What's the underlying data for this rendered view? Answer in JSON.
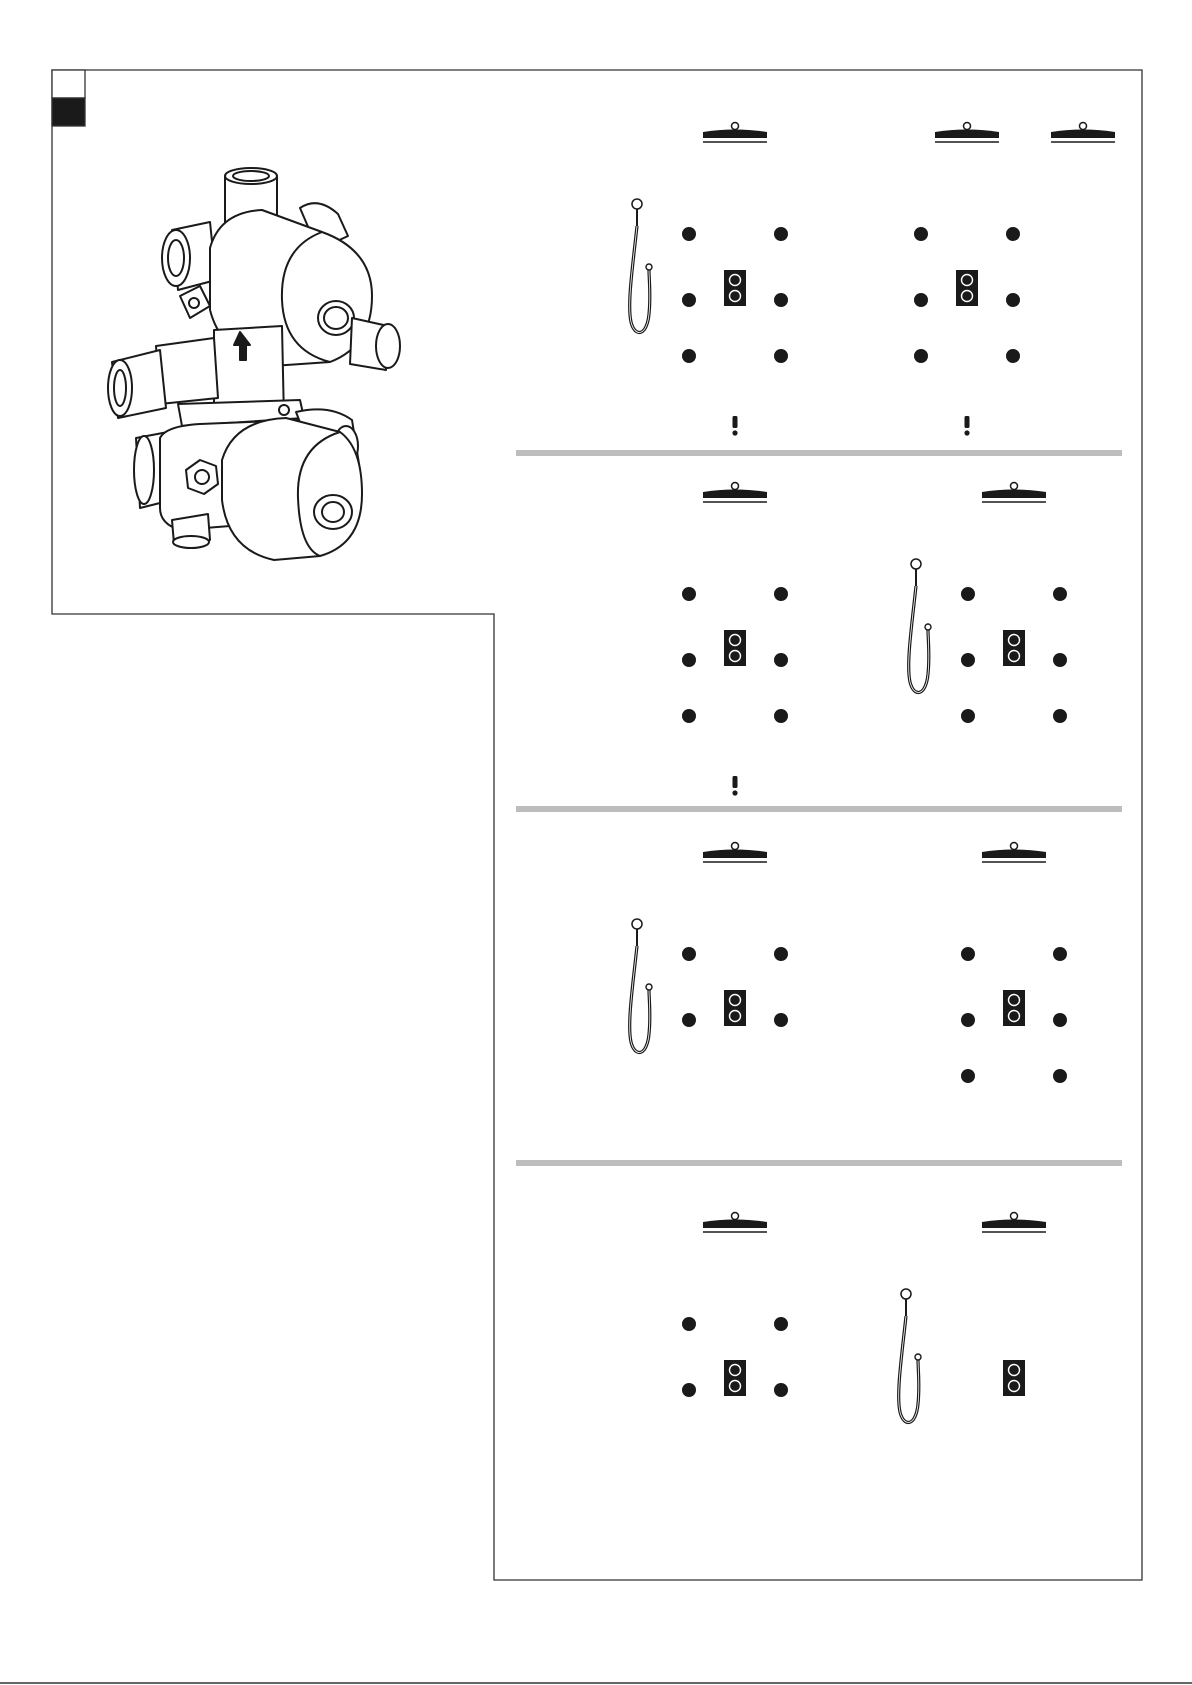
{
  "page": {
    "header_boxes": [
      {
        "name": "header-box-white",
        "fill": "#ffffff"
      },
      {
        "name": "header-box-black",
        "fill": "#1a1a1a"
      }
    ]
  },
  "valve": {
    "icon": "concealed-thermostatic-valve-body",
    "arrow": "flow-direction-arrow"
  },
  "configurations": [
    {
      "id": 1,
      "overheads": 1,
      "hand_shower": true,
      "jets": 6,
      "warning": true,
      "control": "dual-knob-control"
    },
    {
      "id": 2,
      "overheads": 2,
      "hand_shower": false,
      "jets": 6,
      "warning": true,
      "control": "dual-knob-control"
    },
    {
      "id": 3,
      "overheads": 1,
      "hand_shower": false,
      "jets": 6,
      "warning": true,
      "control": "dual-knob-control"
    },
    {
      "id": 4,
      "overheads": 1,
      "hand_shower": true,
      "jets": 6,
      "warning": false,
      "control": "dual-knob-control"
    },
    {
      "id": 5,
      "overheads": 1,
      "hand_shower": true,
      "jets": 4,
      "warning": false,
      "control": "dual-knob-control"
    },
    {
      "id": 6,
      "overheads": 1,
      "hand_shower": false,
      "jets": 6,
      "warning": false,
      "control": "dual-knob-control"
    },
    {
      "id": 7,
      "overheads": 1,
      "hand_shower": false,
      "jets": 4,
      "warning": false,
      "control": "dual-knob-control"
    },
    {
      "id": 8,
      "overheads": 1,
      "hand_shower": true,
      "jets": 0,
      "warning": false,
      "control": "dual-knob-control"
    }
  ],
  "icons": {
    "overhead": "rain-shower-head-icon",
    "hand_shower": "hand-shower-hose-icon",
    "jet": "body-jet-icon",
    "control": "dual-knob-control-icon",
    "warning": "warning-exclamation-icon"
  },
  "colors": {
    "line": "#1a1a1a",
    "divider": "#bdbdbd",
    "jet": "#1a1a1a",
    "panel_border": "#333333"
  }
}
